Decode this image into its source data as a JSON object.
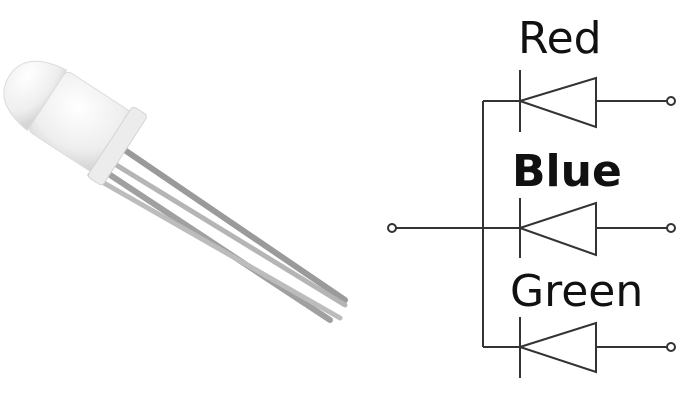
{
  "photo": {
    "subject": "rgb-led-4-lead"
  },
  "schematic": {
    "labels": {
      "red": "Red",
      "blue": "Blue",
      "green": "Green"
    },
    "line_color": "#333333"
  }
}
